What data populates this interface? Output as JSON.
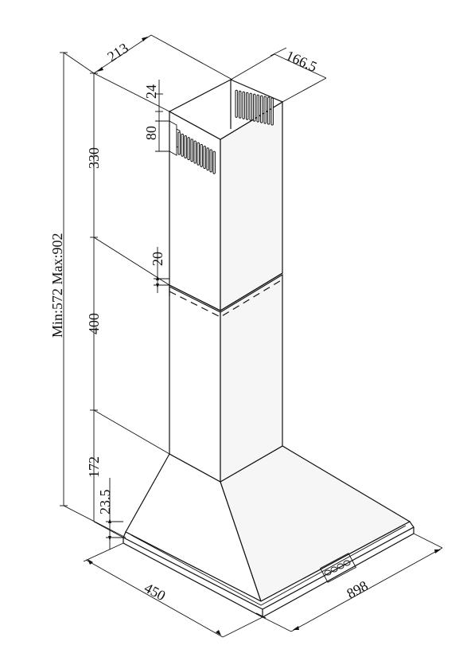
{
  "dimensions": {
    "chimney_depth": "213",
    "chimney_width": "166.5",
    "vent_offset": "24",
    "vent_height": "80",
    "upper_chimney": "330",
    "overlap": "20",
    "lower_chimney": "400",
    "hood_height": "172",
    "rim_height": "23.5",
    "total_height": "Min:572 Max:902",
    "hood_depth": "450",
    "hood_width": "898"
  }
}
